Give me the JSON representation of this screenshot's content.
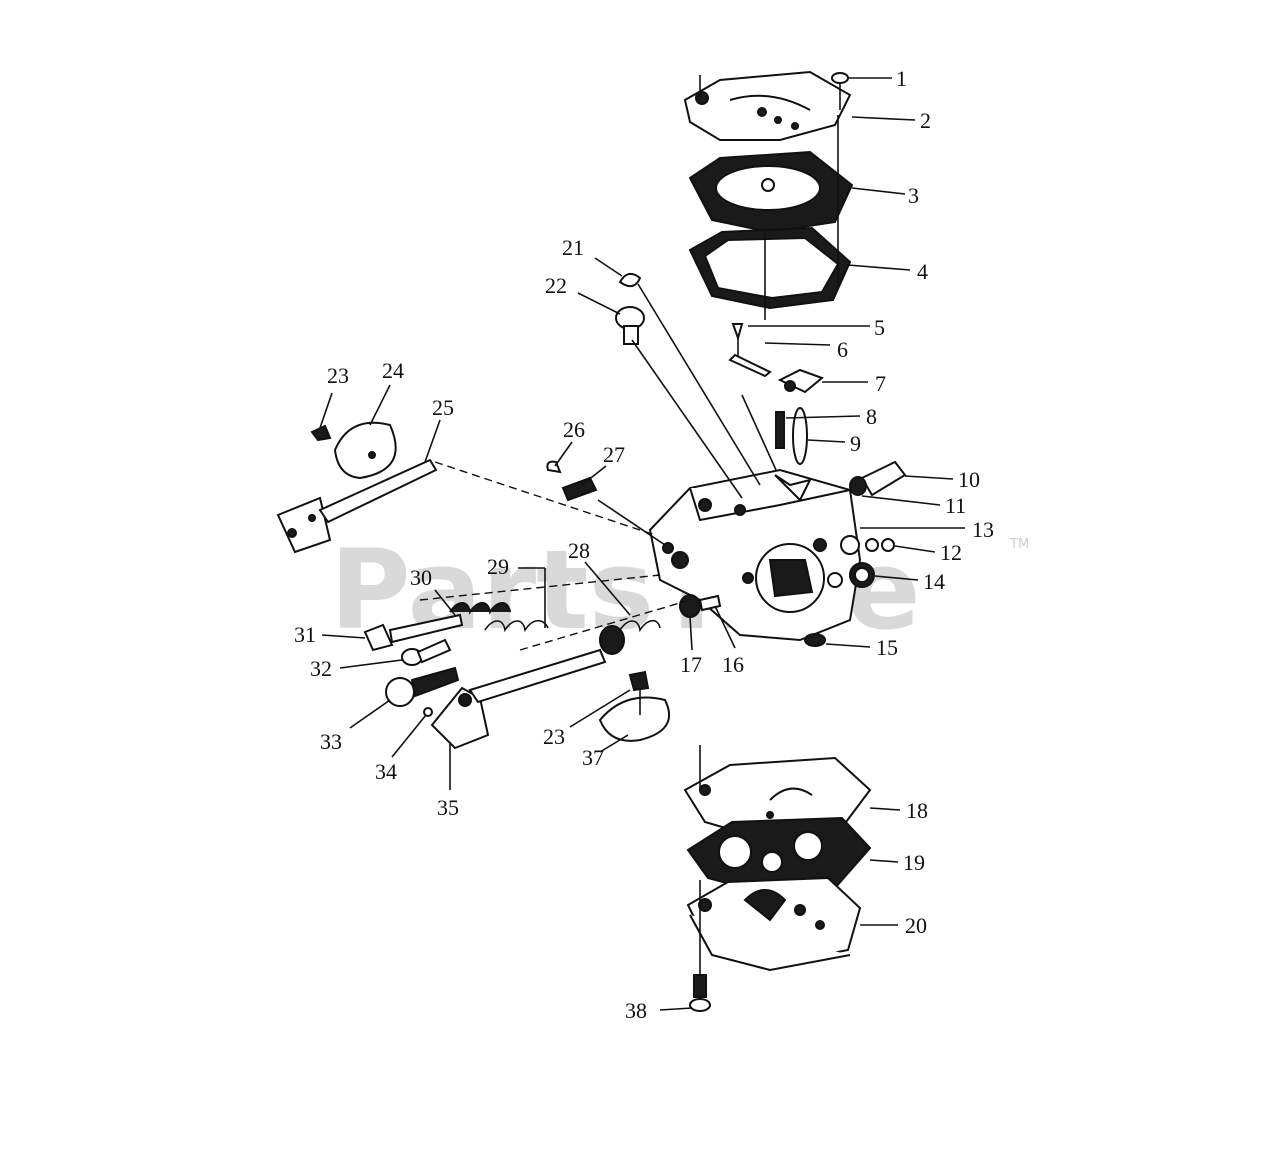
{
  "watermark": {
    "text": "PartsTree",
    "tm": "TM"
  },
  "callouts": [
    "1",
    "2",
    "3",
    "4",
    "5",
    "6",
    "7",
    "8",
    "9",
    "10",
    "11",
    "12",
    "13",
    "14",
    "15",
    "16",
    "17",
    "18",
    "19",
    "20",
    "21",
    "22",
    "23",
    "24",
    "25",
    "26",
    "27",
    "28",
    "29",
    "30",
    "31",
    "32",
    "33",
    "34",
    "23",
    "35",
    "37",
    "38"
  ],
  "colors": {
    "ink": "#111111",
    "paper": "#ffffff",
    "watermark": "#d9d9d9"
  }
}
